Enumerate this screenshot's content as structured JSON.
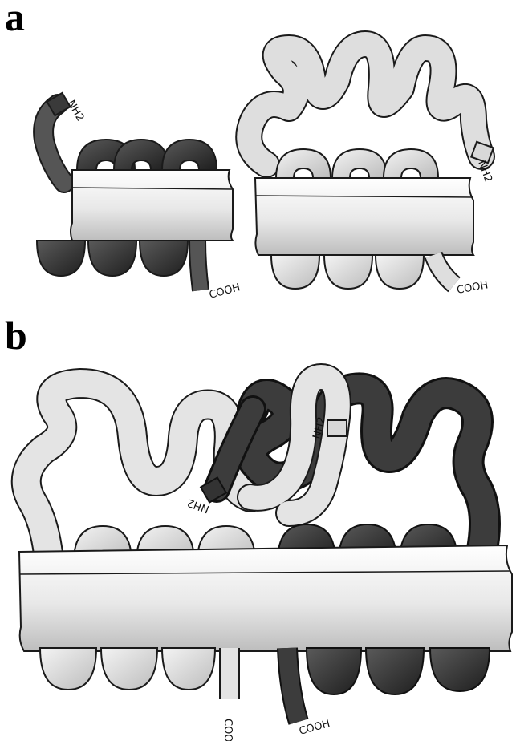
{
  "panels": {
    "a": {
      "label": "a",
      "left_construct": {
        "n_terminus": "NH2",
        "c_terminus": "COOH"
      },
      "right_construct": {
        "n_terminus": "NH2",
        "c_terminus": "COOH"
      }
    },
    "b": {
      "label": "b",
      "light_chain": {
        "n_terminus": "NH2",
        "c_terminus": "COOH"
      },
      "dark_chain": {
        "n_terminus": "NH2",
        "c_terminus": "COOH"
      }
    }
  },
  "colors": {
    "dark_chain": "#4a4a4a",
    "medium_chain": "#8a8a8a",
    "light_chain": "#dcdcdc",
    "membrane": "#eeeeee",
    "outline": "#1a1a1a"
  }
}
